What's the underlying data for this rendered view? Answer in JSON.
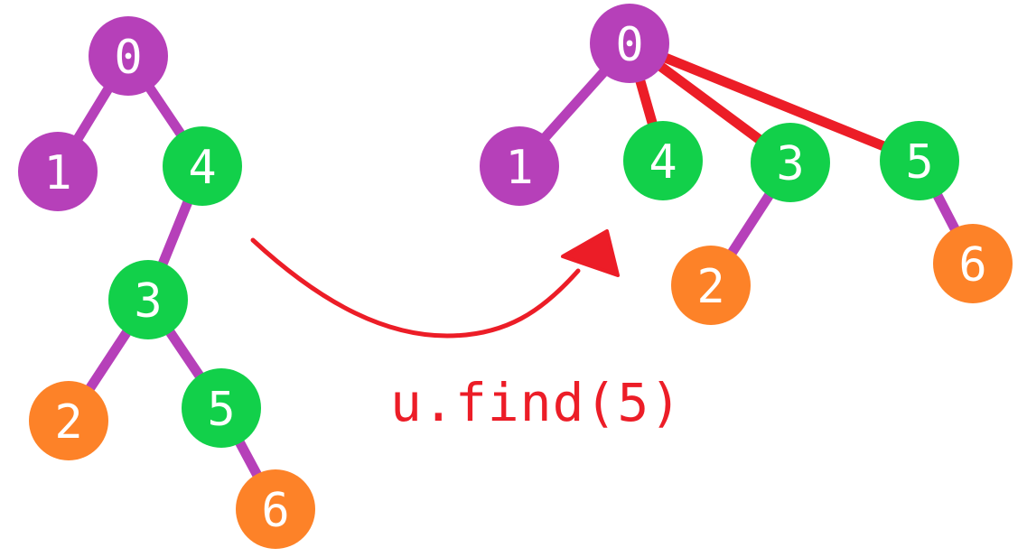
{
  "colors": {
    "root_node": "#b640b9",
    "leaf_purple": "#b640b9",
    "green_node": "#12d04a",
    "orange_node": "#fd8228",
    "edge_normal": "#b640b9",
    "edge_compressed": "#ec1d27",
    "arrow": "#ec1d27",
    "caption": "#ec1d27"
  },
  "before_tree": {
    "nodes": [
      {
        "id": "0",
        "label": "0",
        "color": "purple"
      },
      {
        "id": "1",
        "label": "1",
        "color": "purple"
      },
      {
        "id": "4",
        "label": "4",
        "color": "green"
      },
      {
        "id": "3",
        "label": "3",
        "color": "green"
      },
      {
        "id": "2",
        "label": "2",
        "color": "orange"
      },
      {
        "id": "5",
        "label": "5",
        "color": "green"
      },
      {
        "id": "6",
        "label": "6",
        "color": "orange"
      }
    ],
    "edges": [
      {
        "from": "0",
        "to": "1",
        "type": "normal"
      },
      {
        "from": "0",
        "to": "4",
        "type": "normal"
      },
      {
        "from": "4",
        "to": "3",
        "type": "normal"
      },
      {
        "from": "3",
        "to": "2",
        "type": "normal"
      },
      {
        "from": "3",
        "to": "5",
        "type": "normal"
      },
      {
        "from": "5",
        "to": "6",
        "type": "normal"
      }
    ]
  },
  "after_tree": {
    "nodes": [
      {
        "id": "0",
        "label": "0",
        "color": "purple"
      },
      {
        "id": "1",
        "label": "1",
        "color": "purple"
      },
      {
        "id": "4",
        "label": "4",
        "color": "green"
      },
      {
        "id": "3",
        "label": "3",
        "color": "green"
      },
      {
        "id": "5",
        "label": "5",
        "color": "green"
      },
      {
        "id": "2",
        "label": "2",
        "color": "orange"
      },
      {
        "id": "6",
        "label": "6",
        "color": "orange"
      }
    ],
    "edges": [
      {
        "from": "0",
        "to": "1",
        "type": "normal"
      },
      {
        "from": "0",
        "to": "4",
        "type": "compressed"
      },
      {
        "from": "0",
        "to": "3",
        "type": "compressed"
      },
      {
        "from": "0",
        "to": "5",
        "type": "compressed"
      },
      {
        "from": "3",
        "to": "2",
        "type": "normal"
      },
      {
        "from": "5",
        "to": "6",
        "type": "normal"
      }
    ]
  },
  "caption": "u.find(5)"
}
